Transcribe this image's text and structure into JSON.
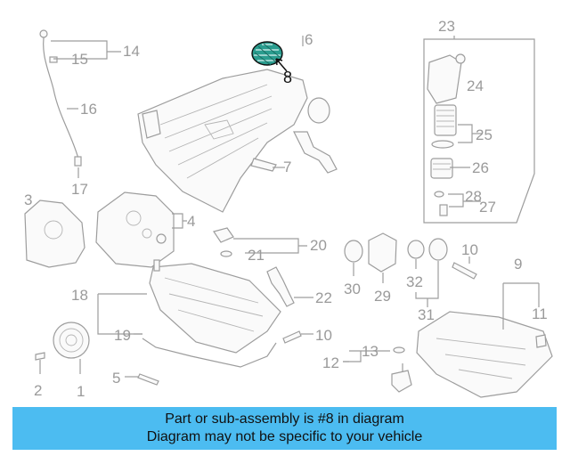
{
  "callouts": {
    "c1": "1",
    "c2": "2",
    "c3": "3",
    "c4": "4",
    "c5": "5",
    "c6": "6",
    "c7": "7",
    "c8": "8",
    "c9": "9",
    "c10a": "10",
    "c10b": "10",
    "c11": "11",
    "c12": "12",
    "c13": "13",
    "c14": "14",
    "c15": "15",
    "c16": "16",
    "c17": "17",
    "c18": "18",
    "c19": "19",
    "c20": "20",
    "c21": "21",
    "c22": "22",
    "c23": "23",
    "c24": "24",
    "c25": "25",
    "c26": "26",
    "c27": "27",
    "c28": "28",
    "c29": "29",
    "c30": "30",
    "c31": "31",
    "c32": "32"
  },
  "highlight_color": "#2a9d8f",
  "banner": {
    "line1": "Part or sub-assembly is #8 in diagram",
    "line2": "Diagram may not be specific to your vehicle",
    "color": "#4cbcf1"
  }
}
